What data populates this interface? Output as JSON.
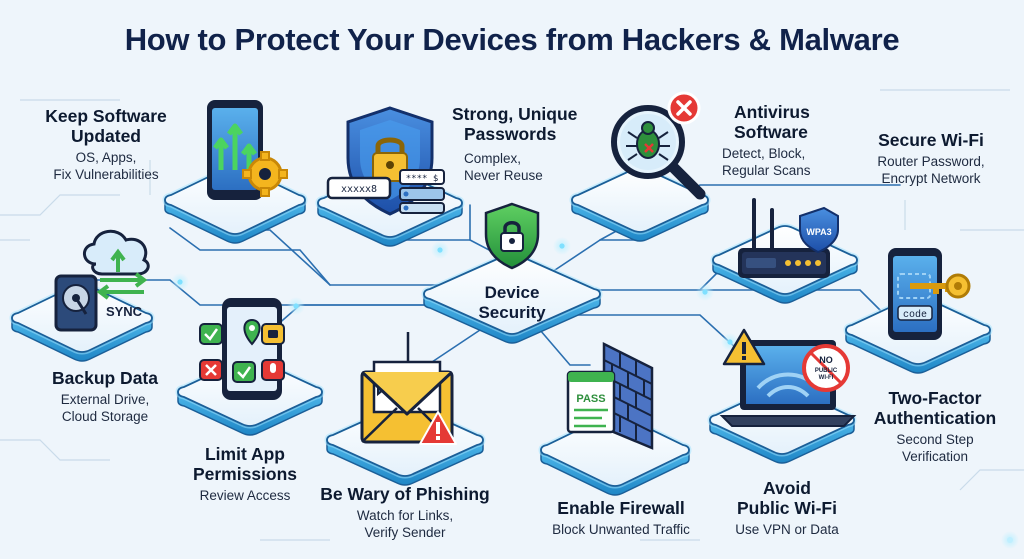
{
  "title": "How to Protect Your Devices from Hackers & Malware",
  "center": {
    "line1": "Device",
    "line2": "Security"
  },
  "tips": [
    {
      "id": "software",
      "heading": [
        "Keep Software",
        "Updated"
      ],
      "sub": [
        "OS, Apps,",
        "Fix Vulnerabilities"
      ]
    },
    {
      "id": "passwords",
      "heading": [
        "Strong, Unique",
        "Passwords"
      ],
      "sub": [
        "Complex,",
        "Never Reuse"
      ]
    },
    {
      "id": "antivirus",
      "heading": [
        "Antivirus",
        "Software"
      ],
      "sub": [
        "Detect, Block,",
        "Regular Scans"
      ]
    },
    {
      "id": "wifi",
      "heading": [
        "Secure Wi-Fi"
      ],
      "sub": [
        "Router Password,",
        "Encrypt Network"
      ]
    },
    {
      "id": "backup",
      "heading": [
        "Backup Data"
      ],
      "sub": [
        "External Drive,",
        "Cloud Storage"
      ]
    },
    {
      "id": "permissions",
      "heading": [
        "Limit App",
        "Permissions"
      ],
      "sub": [
        "Review Access"
      ]
    },
    {
      "id": "phishing",
      "heading": [
        "Be Wary of Phishing"
      ],
      "sub": [
        "Watch for Links,",
        "Verify Sender"
      ]
    },
    {
      "id": "firewall",
      "heading": [
        "Enable Firewall"
      ],
      "sub": [
        "Block Unwanted Traffic"
      ]
    },
    {
      "id": "publicwifi",
      "heading": [
        "Avoid",
        "Public Wi-Fi"
      ],
      "sub": [
        "Use VPN or Data"
      ]
    },
    {
      "id": "twofactor",
      "heading": [
        "Two-Factor",
        "Authentication"
      ],
      "sub": [
        "Second Step",
        "Verification"
      ]
    }
  ],
  "icon_text": {
    "sync": "SYNC",
    "wpa": "WPA3",
    "pass": "PASS",
    "code": "code",
    "pw1": "xxxxx8",
    "pw2": "**** $",
    "no_public_1": "NO",
    "no_public_2": "PUBLIC",
    "no_public_3": "WI-FI"
  },
  "icons": {
    "software": "phone-update-gear-icon",
    "passwords": "shield-lock-icon",
    "antivirus": "magnifier-bug-icon",
    "wifi": "router-icon",
    "backup": "cloud-sync-drive-icon",
    "permissions": "phone-app-grid-icon",
    "phishing": "envelope-hook-fish-icon",
    "firewall": "brick-wall-icon",
    "publicwifi": "laptop-warning-icon",
    "twofactor": "phone-key-icon",
    "center": "shield-lock-icon"
  },
  "colors": {
    "title": "#10224a",
    "tile_top": "#ffffff",
    "tile_side": "#2f9fd8",
    "line": "#2b6fb0",
    "accent_green": "#3fb34f",
    "accent_red": "#e53935",
    "accent_orange": "#f5a623"
  }
}
